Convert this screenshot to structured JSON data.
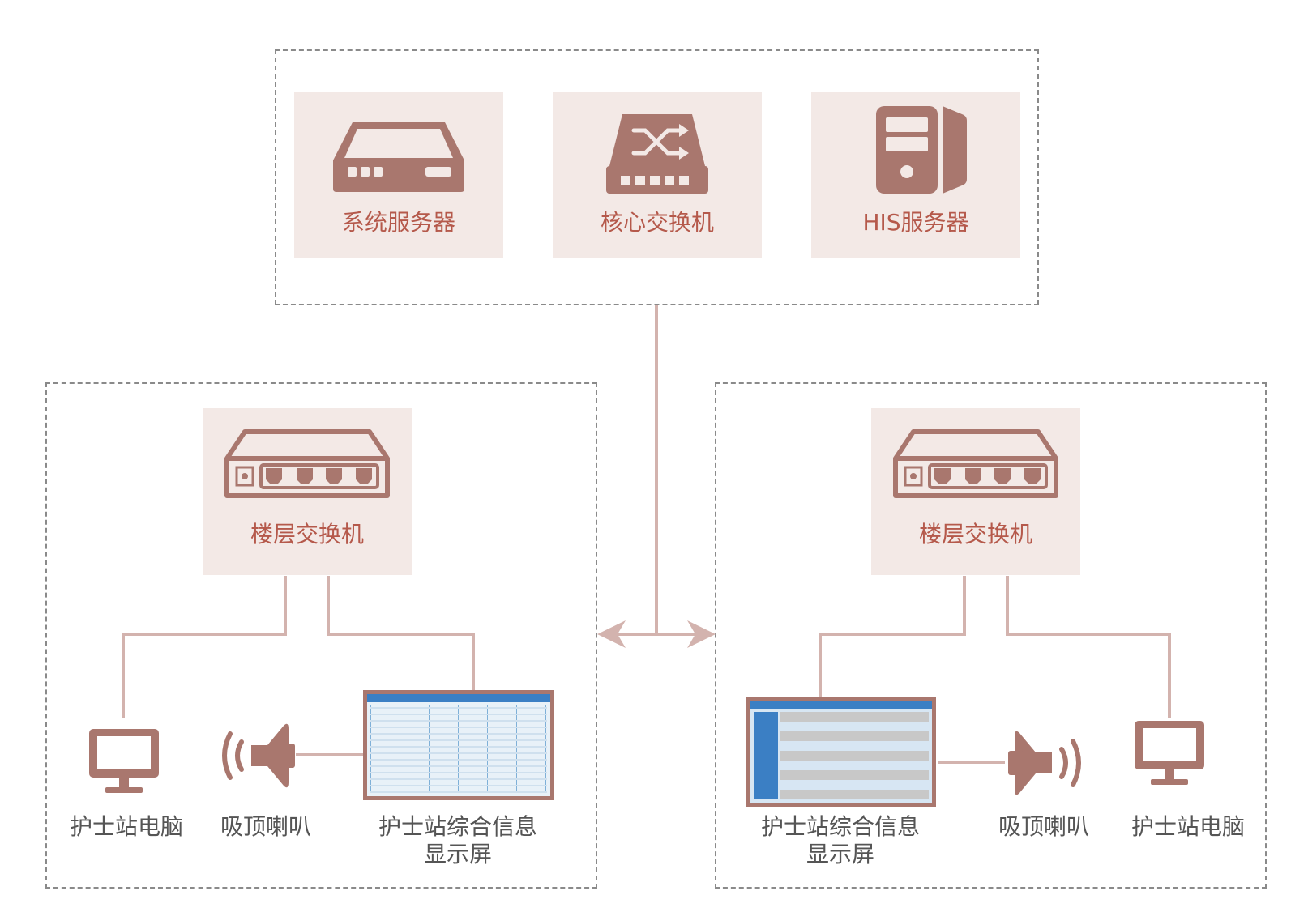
{
  "colors": {
    "icon_fill": "#a9776e",
    "card_bg": "#f3e9e6",
    "connector": "#d3b3ae",
    "label_core": "#b5594b",
    "label_device": "#555555",
    "group_border": "#8a8a8a"
  },
  "core": {
    "system_server": {
      "label": "系统服务器",
      "icon": "server-box-icon"
    },
    "core_switch": {
      "label": "核心交换机",
      "icon": "switch-shuffle-icon"
    },
    "his_server": {
      "label": "HIS服务器",
      "icon": "tower-pc-icon"
    }
  },
  "left_floor": {
    "switch_label": "楼层交换机",
    "pc_label": "护士站电脑",
    "speaker_label": "吸顶喇叭",
    "display_label_line1": "护士站综合信息",
    "display_label_line2": "显示屏"
  },
  "right_floor": {
    "switch_label": "楼层交换机",
    "pc_label": "护士站电脑",
    "speaker_label": "吸顶喇叭",
    "display_label_line1": "护士站综合信息",
    "display_label_line2": "显示屏"
  }
}
